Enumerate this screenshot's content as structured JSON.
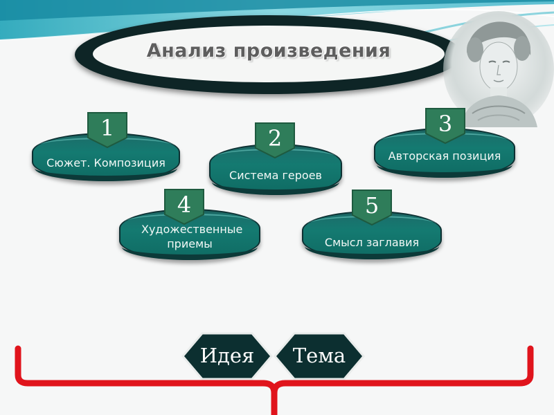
{
  "slide": {
    "title": "Анализ произведения",
    "items": [
      {
        "number": "1",
        "label": "Сюжет. Композиция"
      },
      {
        "number": "2",
        "label": "Система героев"
      },
      {
        "number": "3",
        "label": "Авторская позиция"
      },
      {
        "number": "4",
        "label": "Художественные приемы"
      },
      {
        "number": "5",
        "label": "Смысл заглавия"
      }
    ],
    "arrows": [
      {
        "label": "Идея"
      },
      {
        "label": "Тема"
      }
    ]
  },
  "colors": {
    "disc": "#147a71",
    "badge": "#2f7d5a",
    "bracket": "#e0141c",
    "ring": "#0e2526",
    "arrow": "#0c2f30"
  }
}
